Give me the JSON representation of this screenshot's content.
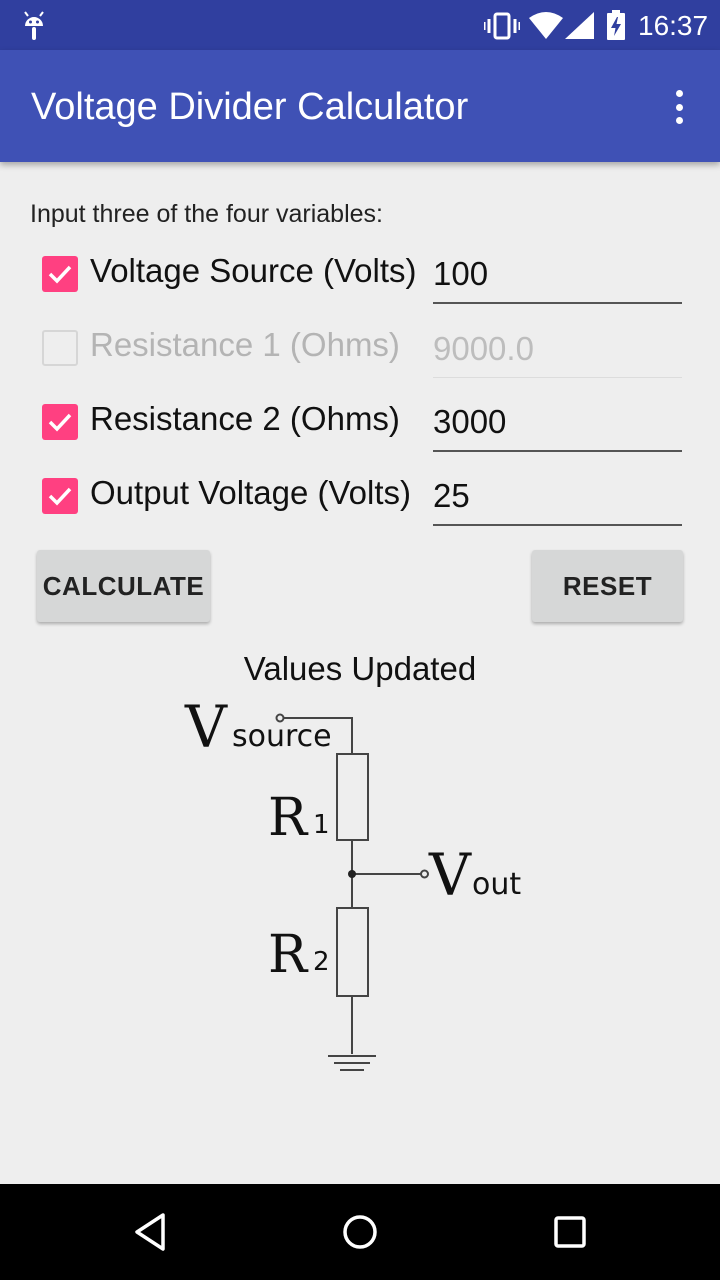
{
  "status_bar": {
    "time": "16:37",
    "icons": [
      "android-debug-icon",
      "vibrate-icon",
      "wifi-icon",
      "signal-icon",
      "battery-charging-icon"
    ]
  },
  "app_bar": {
    "title": "Voltage Divider Calculator",
    "menu_icon": "more-vert-icon"
  },
  "form": {
    "instruction": "Input three of the four variables:",
    "rows": [
      {
        "label": "Voltage Source (Volts)",
        "checked": true,
        "value": "100",
        "placeholder": ""
      },
      {
        "label": "Resistance 1 (Ohms)",
        "checked": false,
        "value": "",
        "placeholder": "9000.0"
      },
      {
        "label": "Resistance 2 (Ohms)",
        "checked": true,
        "value": "3000",
        "placeholder": ""
      },
      {
        "label": "Output Voltage (Volts)",
        "checked": true,
        "value": "25",
        "placeholder": ""
      }
    ]
  },
  "buttons": {
    "calculate": "CALCULATE",
    "reset": "RESET"
  },
  "status_message": "Values Updated",
  "diagram": {
    "v_source_main": "V",
    "v_source_sub": "source",
    "r1_main": "R",
    "r1_sub": "1",
    "r2_main": "R",
    "r2_sub": "2",
    "v_out_main": "V",
    "v_out_sub": "out"
  },
  "colors": {
    "status_bar": "#303f9f",
    "app_bar": "#3f51b5",
    "accent": "#ff4081",
    "background": "#eeeeee"
  }
}
